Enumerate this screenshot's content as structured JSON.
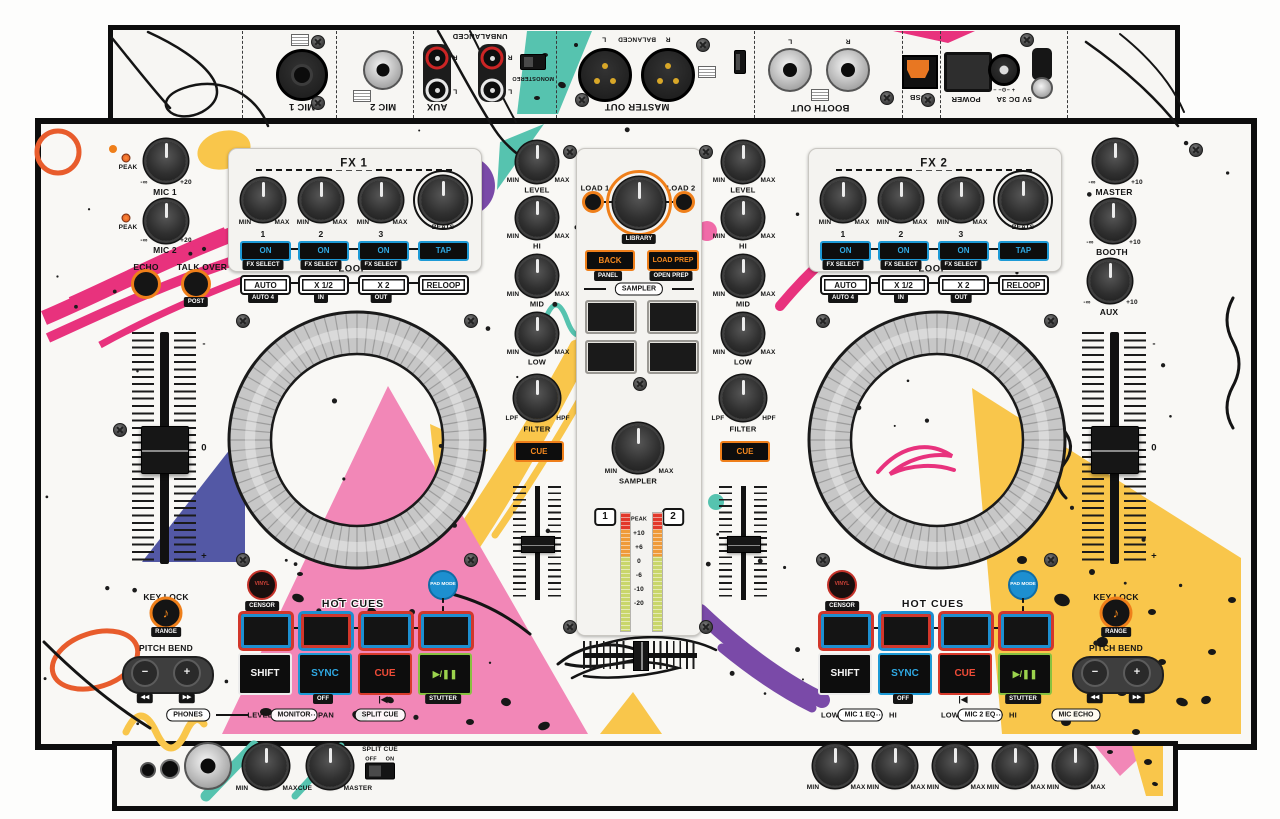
{
  "rear": {
    "mic1": "MIC 1",
    "mic2": "MIC 2",
    "aux": "AUX",
    "unbalanced": "UNBALANCED",
    "r": "R",
    "l": "L",
    "stereo": "STEREO",
    "mono": "MONO",
    "master_out": "MASTER OUT",
    "balanced": "BALANCED",
    "booth_out": "BOOTH OUT",
    "usb": "USB",
    "power": "POWER",
    "power_spec": "5V DC 3A",
    "polarity": "+ −⊙− −"
  },
  "fx": {
    "title1": "FX 1",
    "title2": "FX 2",
    "min": "MIN",
    "max": "MAX",
    "n1": "1",
    "n2": "2",
    "n3": "3",
    "beats": "BEATS",
    "on": "ON",
    "tap": "TAP",
    "fx_select": "FX SELECT"
  },
  "loop": {
    "title": "LOOP",
    "auto": "AUTO",
    "x12": "X 1/2",
    "x2": "X 2",
    "reloop": "RELOOP",
    "auto4": "AUTO 4",
    "in": "IN",
    "out": "OUT"
  },
  "deck": {
    "hot_cues": "HOT CUES",
    "vinyl": "VINYL",
    "censor": "CENSOR",
    "pad_mode": "PAD MODE",
    "shift": "SHIFT",
    "sync": "SYNC",
    "cue": "CUE",
    "play": "▶/❚❚",
    "off": "OFF",
    "cue_back": "|◀",
    "stutter": "STUTTER",
    "key_lock": "KEY LOCK",
    "range": "RANGE",
    "pitch_bend": "PITCH BEND",
    "minus": "−",
    "plus": "+",
    "rew": "◀◀",
    "fwd": "▶▶",
    "note": "♪"
  },
  "mic": {
    "mic1": "MIC 1",
    "mic2": "MIC 2",
    "peak": "PEAK",
    "neg_inf": "-∞",
    "plus20": "+20",
    "echo": "ECHO",
    "talk_over": "TALK OVER",
    "post": "POST"
  },
  "out": {
    "master": "MASTER",
    "booth": "BOOTH",
    "aux": "AUX",
    "neg_inf": "-∞",
    "plus10": "+10"
  },
  "mixer": {
    "load1": "LOAD 1",
    "load2": "LOAD 2",
    "library": "LIBRARY",
    "back": "BACK",
    "panel": "PANEL",
    "load_prep": "LOAD PREP",
    "open_prep": "OPEN PREP",
    "sampler": "SAMPLER",
    "level": "LEVEL",
    "hi": "HI",
    "mid": "MID",
    "low": "LOW",
    "filter": "FILTER",
    "lpf": "LPF",
    "hpf": "HPF",
    "cue": "CUE",
    "min": "MIN",
    "max": "MAX",
    "ch1": "1",
    "ch2": "2",
    "meter_scale": [
      "PEAK",
      "+10",
      "+6",
      "0",
      "-6",
      "-10",
      "-20"
    ]
  },
  "pitch": {
    "minus": "-",
    "zero": "0",
    "plus": "+"
  },
  "bottom": {
    "phones": "PHONES",
    "level": "LEVEL",
    "monitor": "MONITOR",
    "pan": "PAN",
    "split_cue": "SPLIT CUE",
    "low": "LOW",
    "hi": "HI",
    "mic1_eq": "MIC 1 EQ",
    "mic2_eq": "MIC 2 EQ",
    "mic_echo": "MIC ECHO",
    "dots": "···"
  },
  "front": {
    "split_cue": "SPLIT CUE",
    "off": "OFF",
    "on": "ON",
    "min": "MIN",
    "max": "MAX",
    "cue": "CUE",
    "master": "MASTER"
  },
  "colors": {
    "orange": "#ef7f1a",
    "blue": "#1d9ad6",
    "red": "#d83a2b",
    "green": "#88c140",
    "pink": "#f287b7",
    "hot_pink": "#e8327d",
    "yellow": "#f9c64b",
    "teal": "#56c3af",
    "purple": "#7a4aa8",
    "indigo": "#5358a5"
  }
}
